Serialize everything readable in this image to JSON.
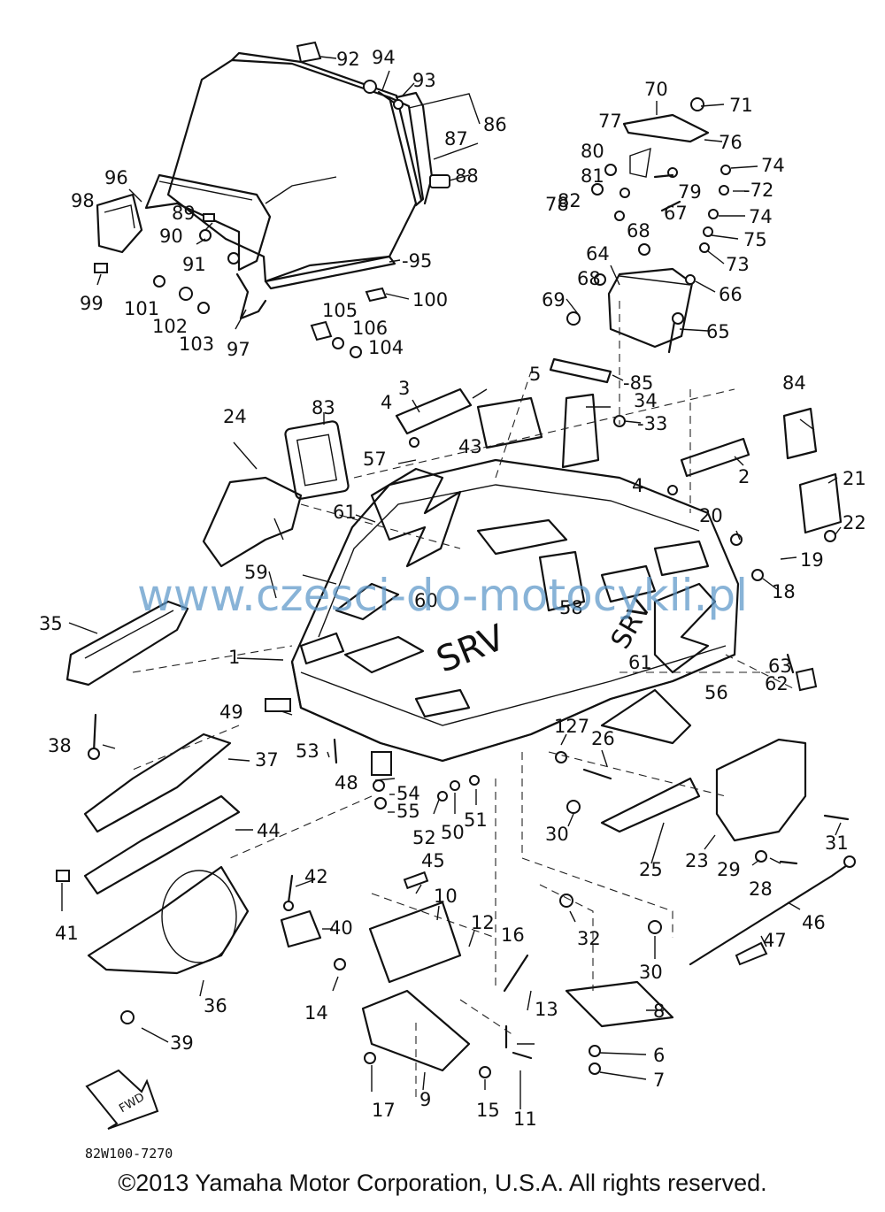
{
  "diagram": {
    "parts": [
      {
        "id": "p1",
        "label": "1"
      },
      {
        "id": "p2",
        "label": "2"
      },
      {
        "id": "p3",
        "label": "3"
      },
      {
        "id": "p4a",
        "label": "4"
      },
      {
        "id": "p4b",
        "label": "4"
      },
      {
        "id": "p5",
        "label": "5"
      },
      {
        "id": "p6",
        "label": "6"
      },
      {
        "id": "p7",
        "label": "7"
      },
      {
        "id": "p8",
        "label": "8"
      },
      {
        "id": "p9",
        "label": "9"
      },
      {
        "id": "p10",
        "label": "10"
      },
      {
        "id": "p11",
        "label": "11"
      },
      {
        "id": "p12",
        "label": "12"
      },
      {
        "id": "p13",
        "label": "13"
      },
      {
        "id": "p14",
        "label": "14"
      },
      {
        "id": "p15",
        "label": "15"
      },
      {
        "id": "p16",
        "label": "16"
      },
      {
        "id": "p17",
        "label": "17"
      },
      {
        "id": "p18",
        "label": "18"
      },
      {
        "id": "p19",
        "label": "19"
      },
      {
        "id": "p20",
        "label": "20"
      },
      {
        "id": "p21",
        "label": "21"
      },
      {
        "id": "p22",
        "label": "22"
      },
      {
        "id": "p23",
        "label": "23"
      },
      {
        "id": "p24",
        "label": "24"
      },
      {
        "id": "p25",
        "label": "25"
      },
      {
        "id": "p26",
        "label": "26"
      },
      {
        "id": "p28",
        "label": "28"
      },
      {
        "id": "p29",
        "label": "29"
      },
      {
        "id": "p30a",
        "label": "30"
      },
      {
        "id": "p30b",
        "label": "30"
      },
      {
        "id": "p31",
        "label": "31"
      },
      {
        "id": "p32",
        "label": "32"
      },
      {
        "id": "p33",
        "label": "-33"
      },
      {
        "id": "p34",
        "label": "34"
      },
      {
        "id": "p35",
        "label": "35"
      },
      {
        "id": "p36",
        "label": "36"
      },
      {
        "id": "p37",
        "label": "37"
      },
      {
        "id": "p38",
        "label": "38"
      },
      {
        "id": "p39",
        "label": "39"
      },
      {
        "id": "p40",
        "label": "40"
      },
      {
        "id": "p41",
        "label": "41"
      },
      {
        "id": "p42",
        "label": "42"
      },
      {
        "id": "p43",
        "label": "43"
      },
      {
        "id": "p44",
        "label": "44"
      },
      {
        "id": "p45",
        "label": "45"
      },
      {
        "id": "p46",
        "label": "46"
      },
      {
        "id": "p47",
        "label": "47"
      },
      {
        "id": "p48",
        "label": "48"
      },
      {
        "id": "p49",
        "label": "49"
      },
      {
        "id": "p50",
        "label": "50"
      },
      {
        "id": "p51",
        "label": "51"
      },
      {
        "id": "p52",
        "label": "52"
      },
      {
        "id": "p53",
        "label": "53"
      },
      {
        "id": "p54",
        "label": "54"
      },
      {
        "id": "p55",
        "label": "55"
      },
      {
        "id": "p56",
        "label": "56"
      },
      {
        "id": "p57",
        "label": "57"
      },
      {
        "id": "p58",
        "label": "58"
      },
      {
        "id": "p59",
        "label": "59"
      },
      {
        "id": "p60",
        "label": "60"
      },
      {
        "id": "p61a",
        "label": "61"
      },
      {
        "id": "p61b",
        "label": "61"
      },
      {
        "id": "p62",
        "label": "62"
      },
      {
        "id": "p63",
        "label": "63"
      },
      {
        "id": "p64",
        "label": "64"
      },
      {
        "id": "p65",
        "label": "65"
      },
      {
        "id": "p66",
        "label": "66"
      },
      {
        "id": "p67",
        "label": "67"
      },
      {
        "id": "p68a",
        "label": "68"
      },
      {
        "id": "p68b",
        "label": "68"
      },
      {
        "id": "p69",
        "label": "69"
      },
      {
        "id": "p70",
        "label": "70"
      },
      {
        "id": "p71",
        "label": "71"
      },
      {
        "id": "p72",
        "label": "-72"
      },
      {
        "id": "p73",
        "label": "73"
      },
      {
        "id": "p74a",
        "label": "74"
      },
      {
        "id": "p74b",
        "label": "74"
      },
      {
        "id": "p75",
        "label": "75"
      },
      {
        "id": "p76",
        "label": "76"
      },
      {
        "id": "p77",
        "label": "77"
      },
      {
        "id": "p78",
        "label": "78"
      },
      {
        "id": "p79",
        "label": "79"
      },
      {
        "id": "p80",
        "label": "80"
      },
      {
        "id": "p81",
        "label": "81"
      },
      {
        "id": "p82",
        "label": "82"
      },
      {
        "id": "p83",
        "label": "83"
      },
      {
        "id": "p84",
        "label": "84"
      },
      {
        "id": "p85",
        "label": "-85"
      },
      {
        "id": "p86",
        "label": "86"
      },
      {
        "id": "p87",
        "label": "87"
      },
      {
        "id": "p88",
        "label": "88"
      },
      {
        "id": "p89",
        "label": "89"
      },
      {
        "id": "p90",
        "label": "90"
      },
      {
        "id": "p91",
        "label": "91"
      },
      {
        "id": "p92",
        "label": "92"
      },
      {
        "id": "p93",
        "label": "93"
      },
      {
        "id": "p94",
        "label": "94"
      },
      {
        "id": "p95",
        "label": "-95"
      },
      {
        "id": "p96",
        "label": "96"
      },
      {
        "id": "p97",
        "label": "97"
      },
      {
        "id": "p98",
        "label": "98"
      },
      {
        "id": "p99",
        "label": "99"
      },
      {
        "id": "p100",
        "label": "100"
      },
      {
        "id": "p101",
        "label": "101"
      },
      {
        "id": "p102",
        "label": "102"
      },
      {
        "id": "p103",
        "label": "103"
      },
      {
        "id": "p104",
        "label": "104"
      },
      {
        "id": "p105",
        "label": "105"
      },
      {
        "id": "p106",
        "label": "106"
      },
      {
        "id": "p127",
        "label": "127"
      }
    ],
    "hood_decal": "SRV",
    "fwd_label": "FWD",
    "reference_code": "82W100-7270"
  },
  "watermark": "www.czesci-do-motocykli.pl",
  "copyright": "©2013 Yamaha Motor Corporation, U.S.A. All rights reserved."
}
